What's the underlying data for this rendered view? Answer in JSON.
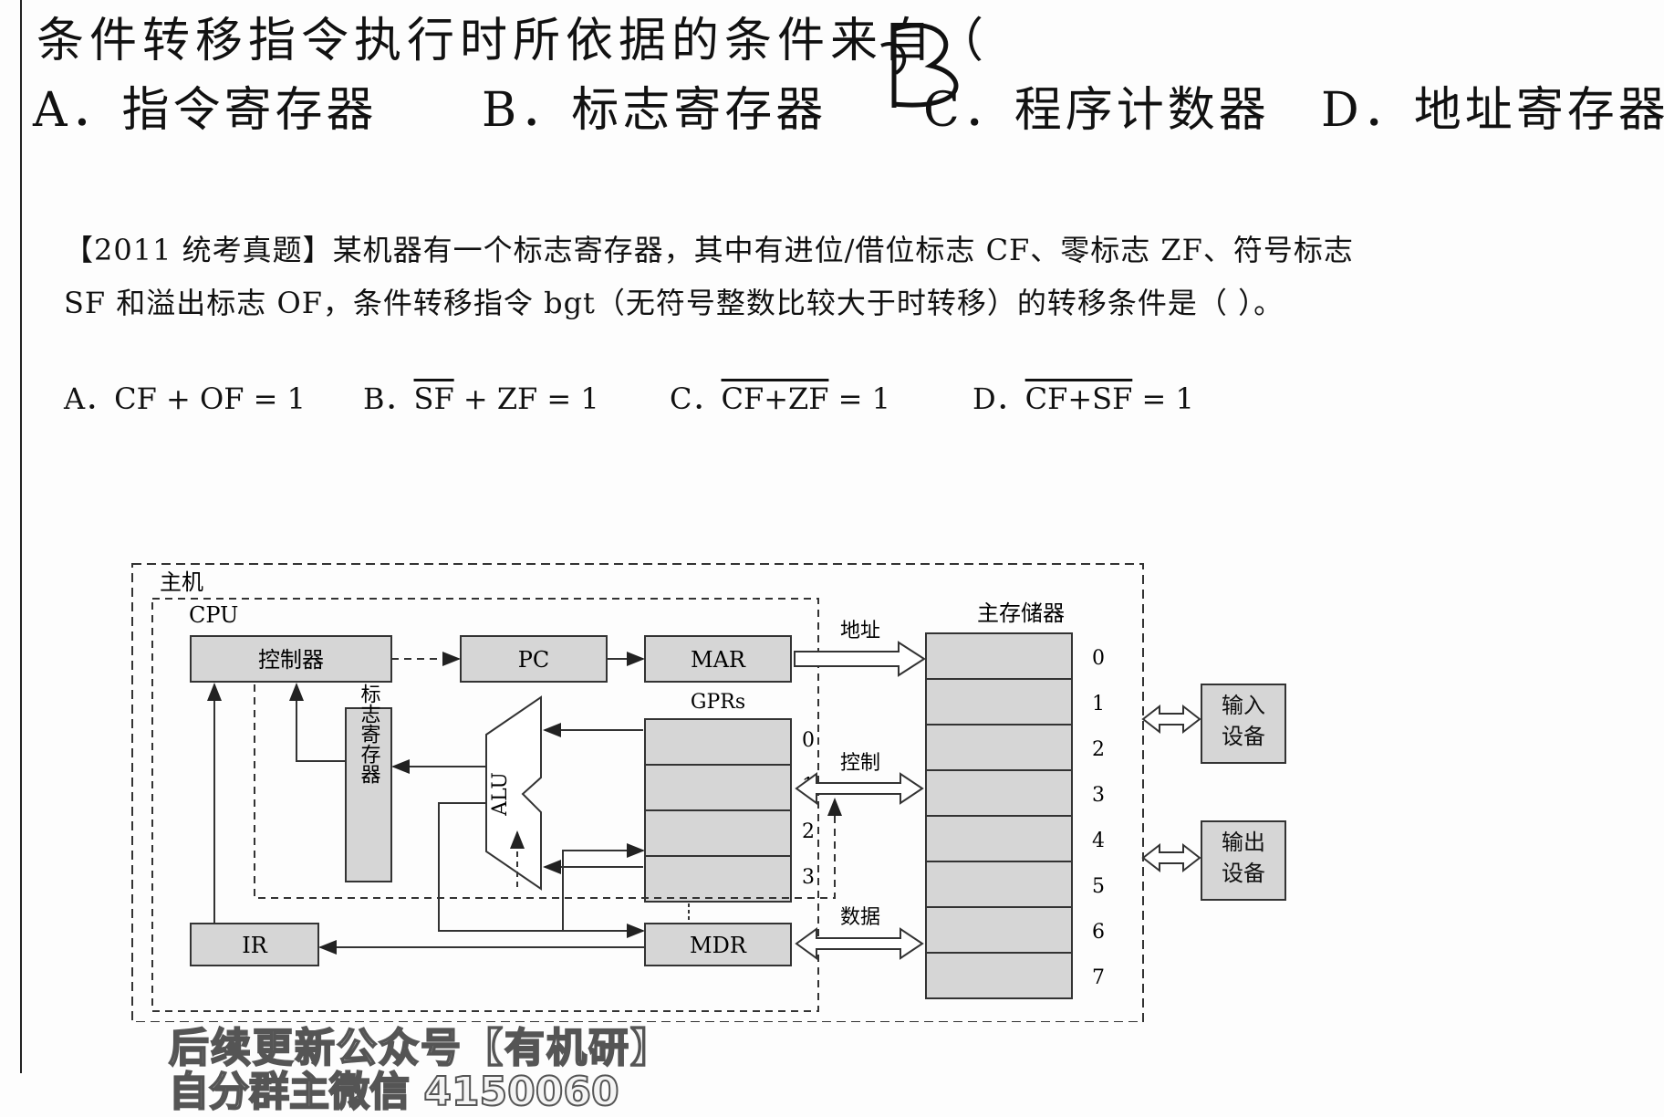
{
  "question1": {
    "stem": "条件转移指令执行时所依据的条件来自（",
    "handwritten_answer": "B",
    "options": [
      {
        "label": "A．指令寄存器"
      },
      {
        "label": "B．标志寄存器"
      },
      {
        "label": "C．程序计数器"
      },
      {
        "label": "D．地址寄存器"
      }
    ]
  },
  "question2": {
    "text": "【2011 统考真题】某机器有一个标志寄存器，其中有进位/借位标志 CF、零标志 ZF、符号标志 SF 和溢出标志 OF，条件转移指令 bgt（无符号整数比较大于时转移）的转移条件是（ ）。",
    "options": {
      "a": {
        "prefix": "A．",
        "expr": "CF + OF = 1"
      },
      "b": {
        "prefix": "B．",
        "over": "SF",
        "rest": " + ZF = 1"
      },
      "c": {
        "prefix": "C．",
        "over": "CF+ZF",
        "rest": " = 1"
      },
      "d": {
        "prefix": "D．",
        "over": "CF+SF",
        "rest": " = 1"
      }
    }
  },
  "diagram": {
    "host": "主机",
    "cpu": "CPU",
    "controller": "控制器",
    "pc": "PC",
    "mar": "MAR",
    "gprs": "GPRs",
    "alu": "ALU",
    "flag_register": "标志寄存器",
    "ir": "IR",
    "mdr": "MDR",
    "main_memory": "主存储器",
    "bus_address": "地址",
    "bus_control": "控制",
    "bus_data": "数据",
    "gpr_indices": [
      "0",
      "1",
      "2",
      "3"
    ],
    "memory_indices": [
      "0",
      "1",
      "2",
      "3",
      "4",
      "5",
      "6",
      "7"
    ],
    "input_device": "输入设备",
    "output_device": "输出设备"
  },
  "watermark": {
    "line1": "后续更新公众号【有机研】",
    "line2": "自分群主微信 4150060"
  }
}
